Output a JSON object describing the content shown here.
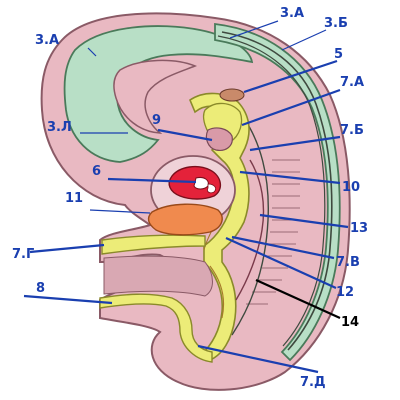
{
  "colors": {
    "label": "#1a3fb0",
    "label_dark": "#000000",
    "ectoderm": "#b8dfc6",
    "mesoderm": "#e9b9c2",
    "endoderm_cavity": "#ecec78",
    "heart": "#e4223a",
    "liver": "#f08a4e",
    "neural_tube": "#cfe8cf"
  },
  "labels": [
    {
      "id": "3a-top-right",
      "text": "3.А"
    },
    {
      "id": "3b",
      "text": "3.Б"
    },
    {
      "id": "3a-left",
      "text": "3.А"
    },
    {
      "id": "5",
      "text": "5"
    },
    {
      "id": "7a",
      "text": "7.А"
    },
    {
      "id": "3l",
      "text": "3.Л"
    },
    {
      "id": "9",
      "text": "9"
    },
    {
      "id": "7b",
      "text": "7.Б"
    },
    {
      "id": "6",
      "text": "6"
    },
    {
      "id": "10",
      "text": "10"
    },
    {
      "id": "11",
      "text": "11"
    },
    {
      "id": "13",
      "text": "13"
    },
    {
      "id": "7g",
      "text": "7.Г"
    },
    {
      "id": "7v",
      "text": "7.В"
    },
    {
      "id": "12",
      "text": "12"
    },
    {
      "id": "8",
      "text": "8"
    },
    {
      "id": "14",
      "text": "14"
    },
    {
      "id": "7d",
      "text": "7.Д"
    }
  ]
}
